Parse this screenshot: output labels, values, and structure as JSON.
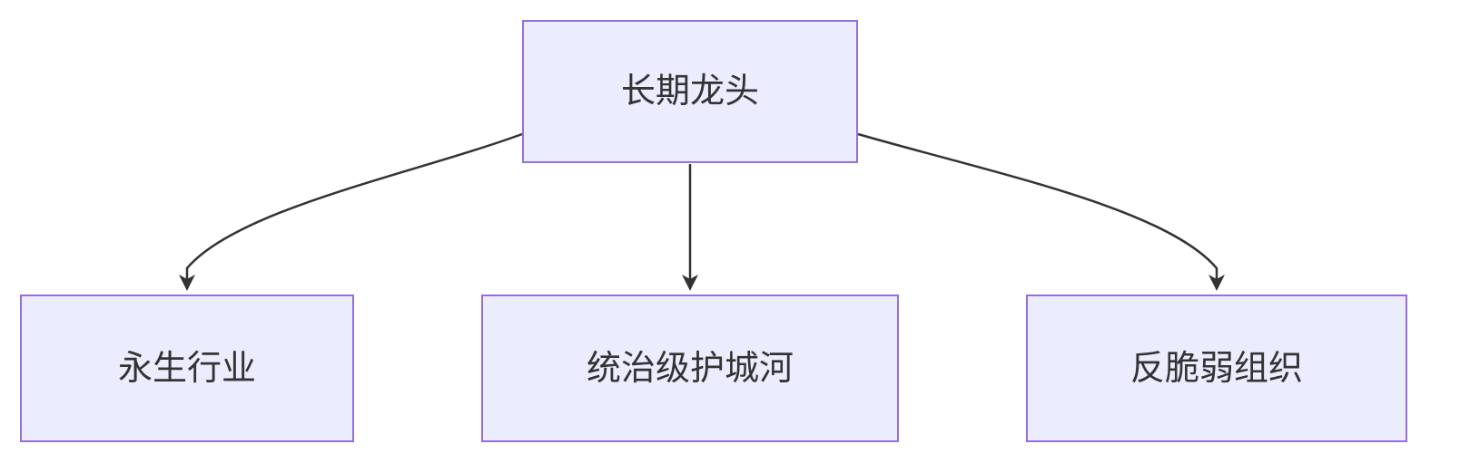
{
  "diagram": {
    "type": "flowchart",
    "root": {
      "label": "长期龙头"
    },
    "children": [
      {
        "label": "永生行业"
      },
      {
        "label": "统治级护城河"
      },
      {
        "label": "反脆弱组织"
      }
    ],
    "edges": [
      {
        "from": "长期龙头",
        "to": "永生行业"
      },
      {
        "from": "长期龙头",
        "to": "统治级护城河"
      },
      {
        "from": "长期龙头",
        "to": "反脆弱组织"
      }
    ],
    "colors": {
      "node_fill": "#ECECFF",
      "node_border": "#9370DB",
      "edge_stroke": "#333333",
      "text": "#333333",
      "background": "#FFFFFF"
    }
  }
}
